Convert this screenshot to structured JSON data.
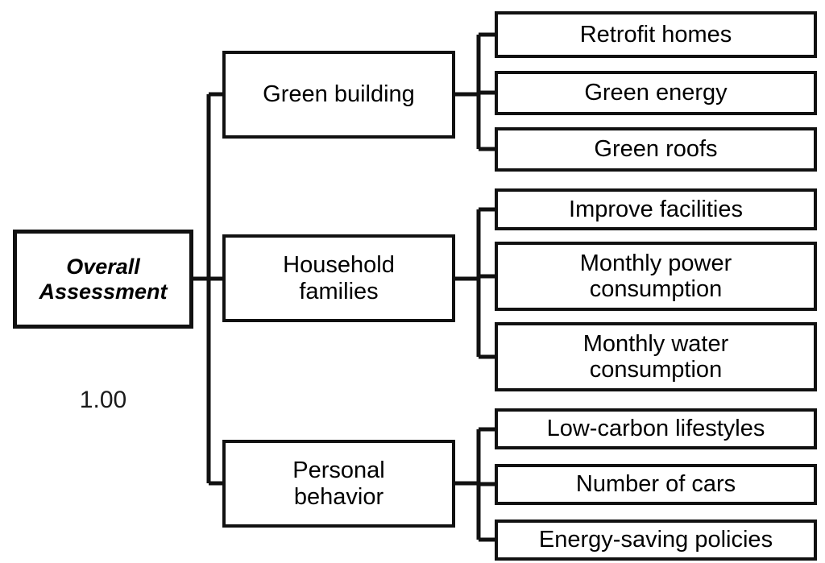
{
  "diagram": {
    "title": "Overall Assessment hierarchy",
    "line_color": "#111111",
    "background_color": "#ffffff",
    "root": {
      "label": "Overall\nAssessment",
      "score": "1.00"
    },
    "branches": [
      {
        "label": "Green building",
        "leaves": [
          {
            "label": "Retrofit homes"
          },
          {
            "label": "Green energy"
          },
          {
            "label": "Green roofs"
          }
        ]
      },
      {
        "label": "Household\nfamilies",
        "leaves": [
          {
            "label": "Improve facilities"
          },
          {
            "label": "Monthly power\nconsumption"
          },
          {
            "label": "Monthly water\nconsumption"
          }
        ]
      },
      {
        "label": "Personal\nbehavior",
        "leaves": [
          {
            "label": "Low-carbon lifestyles"
          },
          {
            "label": "Number of cars"
          },
          {
            "label": "Energy-saving policies"
          }
        ]
      }
    ]
  }
}
